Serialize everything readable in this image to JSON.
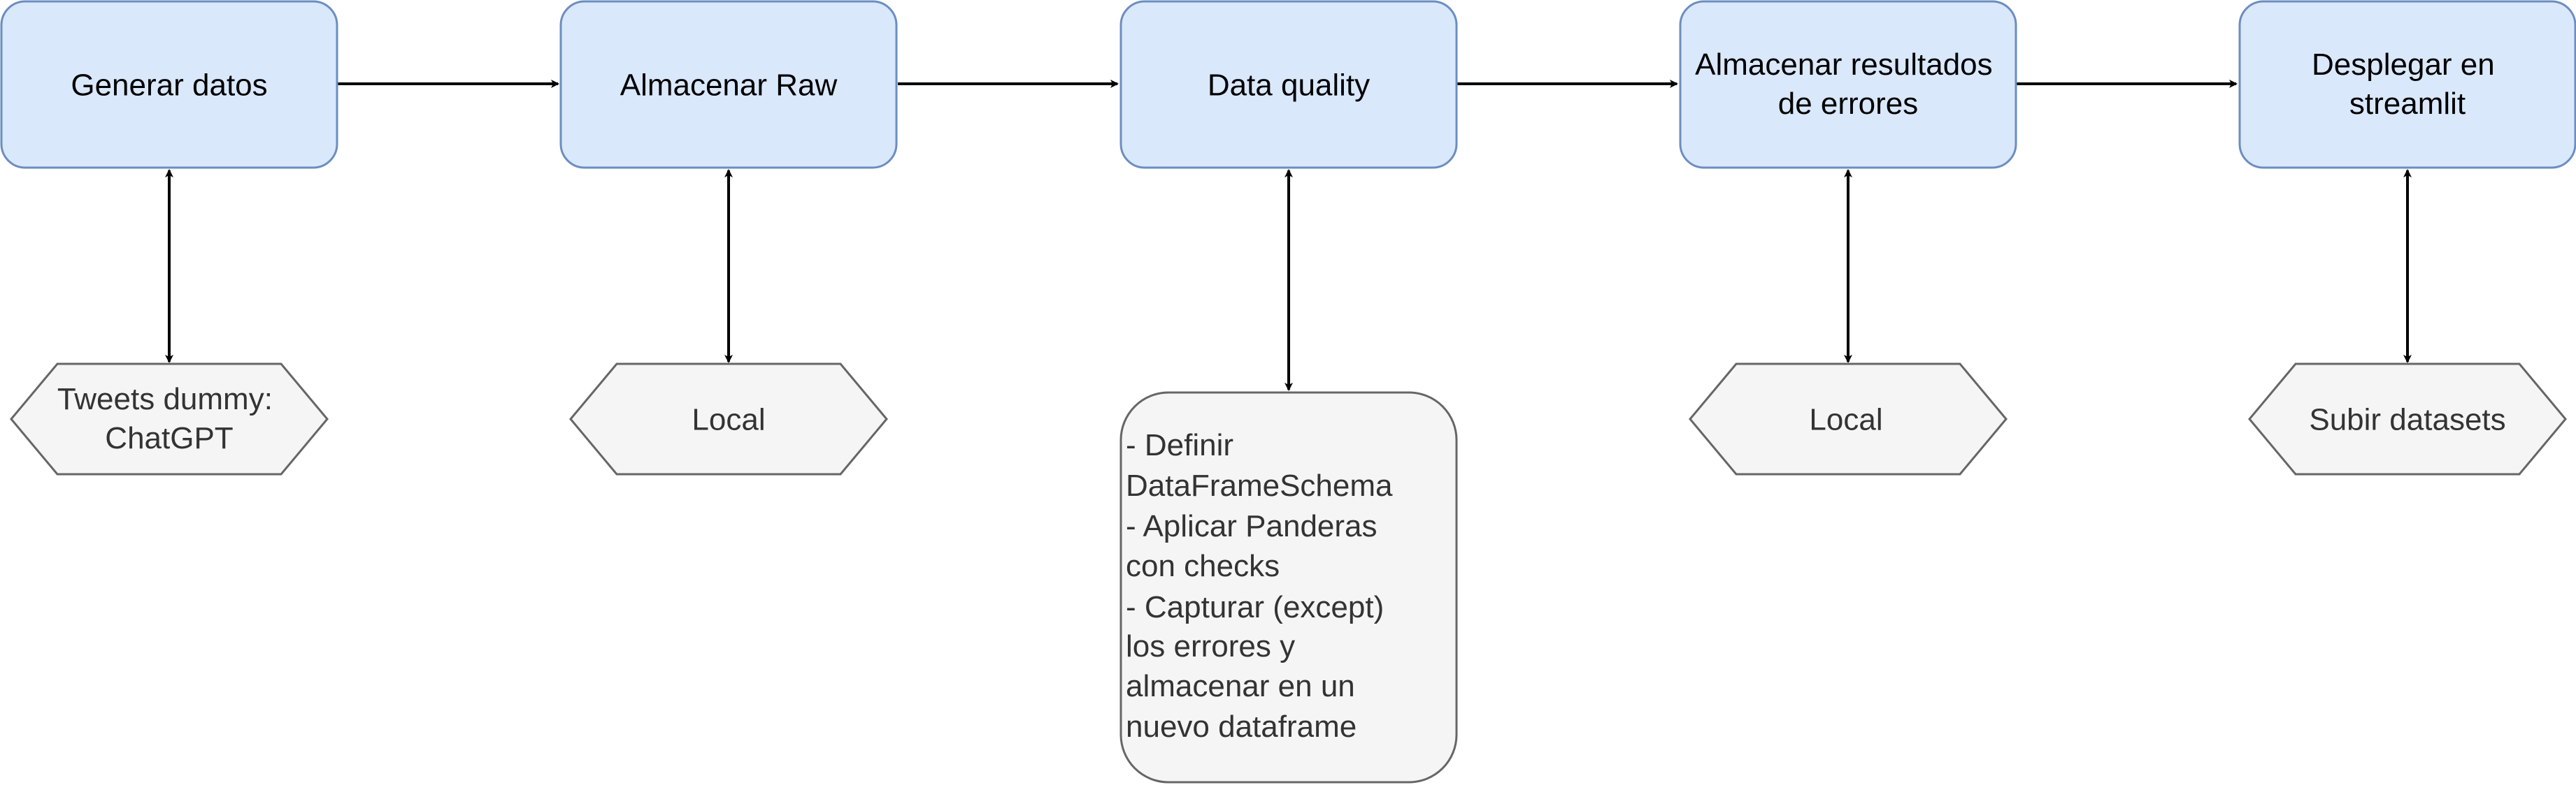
{
  "colors": {
    "process_fill": "#dae8fc",
    "process_stroke": "#6c8ebf",
    "note_fill": "#f5f5f5",
    "note_stroke": "#666666",
    "arrow": "#000000"
  },
  "steps": [
    {
      "lines": [
        "Generar datos"
      ]
    },
    {
      "lines": [
        "Almacenar Raw"
      ]
    },
    {
      "lines": [
        "Data quality"
      ]
    },
    {
      "lines": [
        "Almacenar resultados",
        "de errores"
      ]
    },
    {
      "lines": [
        "Desplegar en",
        "streamlit"
      ]
    }
  ],
  "resources": [
    {
      "lines": [
        "Tweets dummy:",
        "ChatGPT"
      ]
    },
    {
      "lines": [
        "Local"
      ]
    },
    {
      "lines": [
        "- Definir",
        "DataFrameSchema",
        "- Aplicar Panderas",
        "con checks",
        "- Capturar (except)",
        "los errores y",
        "almacenar en un",
        "nuevo dataframe"
      ]
    },
    {
      "lines": [
        "Local"
      ]
    },
    {
      "lines": [
        "Subir datasets"
      ]
    }
  ]
}
